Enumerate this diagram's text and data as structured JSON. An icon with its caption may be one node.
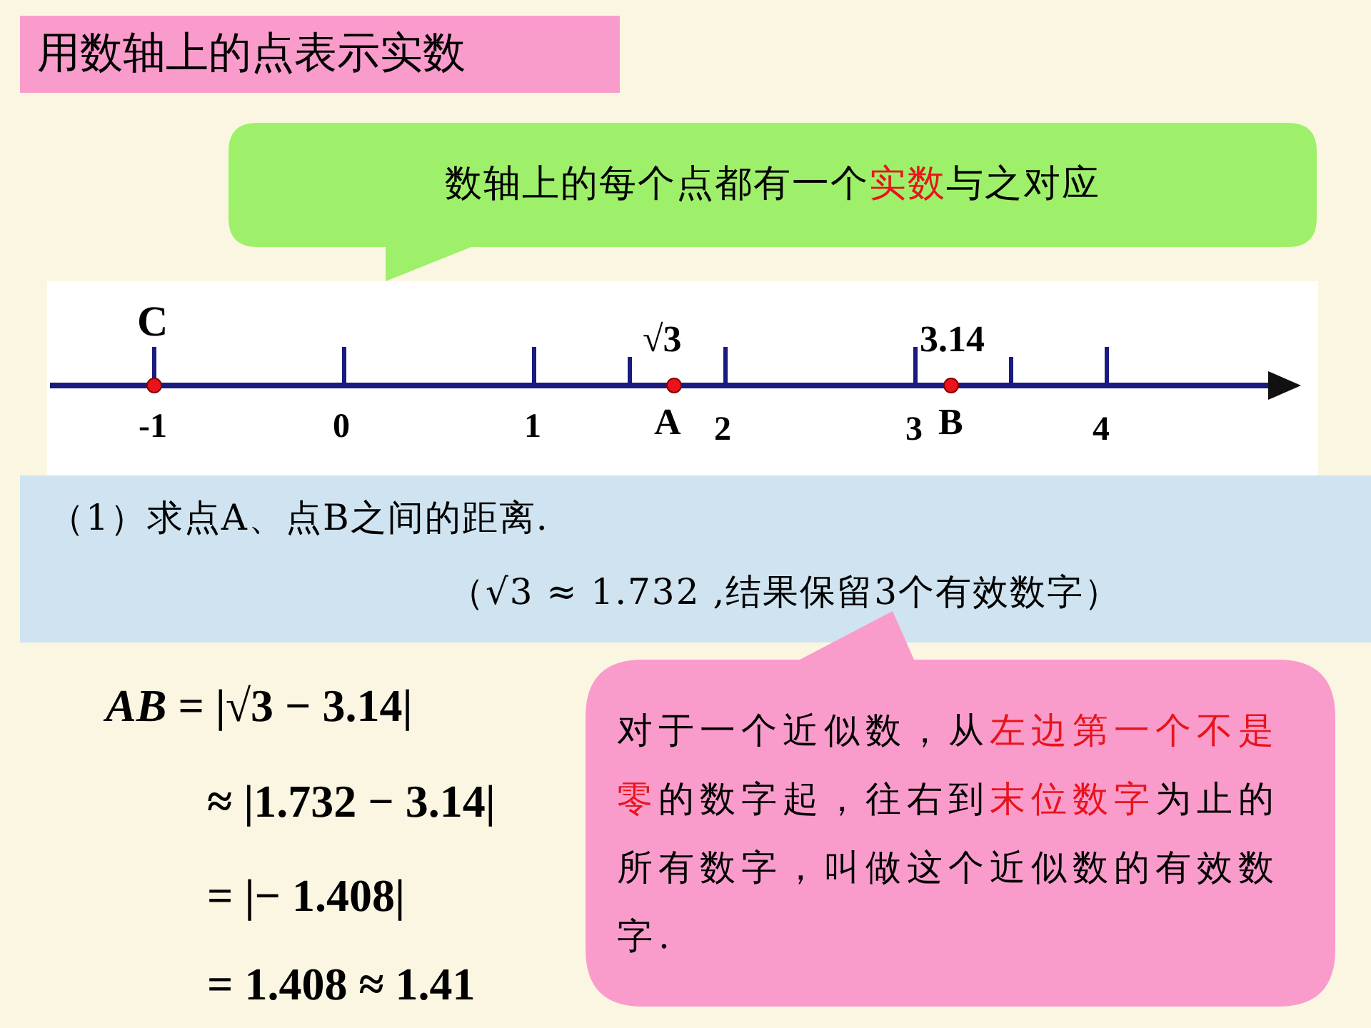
{
  "diagram": {
    "title": "用数轴上的点表示实数",
    "nodes": [
      {
        "text": [
          "数轴上的每个点都有一个**实数**与之对应"
        ]
      },
      {
        "text": [
          "（1）求点A、点B之间的距离.",
          "（√3 ≈ 1.732 ,结果保留3个有效数字）"
        ]
      },
      {
        "text": [
          "对于一个近似数，从**左边第一个不是零**的数字起，往右到**末位数字**为止的所有数字，叫做这个近似数的有效数字."
        ]
      }
    ],
    "labels": [
      "C",
      "√3",
      "3.14",
      "-1",
      "0",
      "1",
      "A",
      "2",
      "3",
      "B",
      "4",
      "*AB* = |√3 − 3.14|",
      "≈ |1.732 − 3.14|",
      "= |− 1.408|",
      "= 1.408 ≈ 1.41"
    ]
  }
}
